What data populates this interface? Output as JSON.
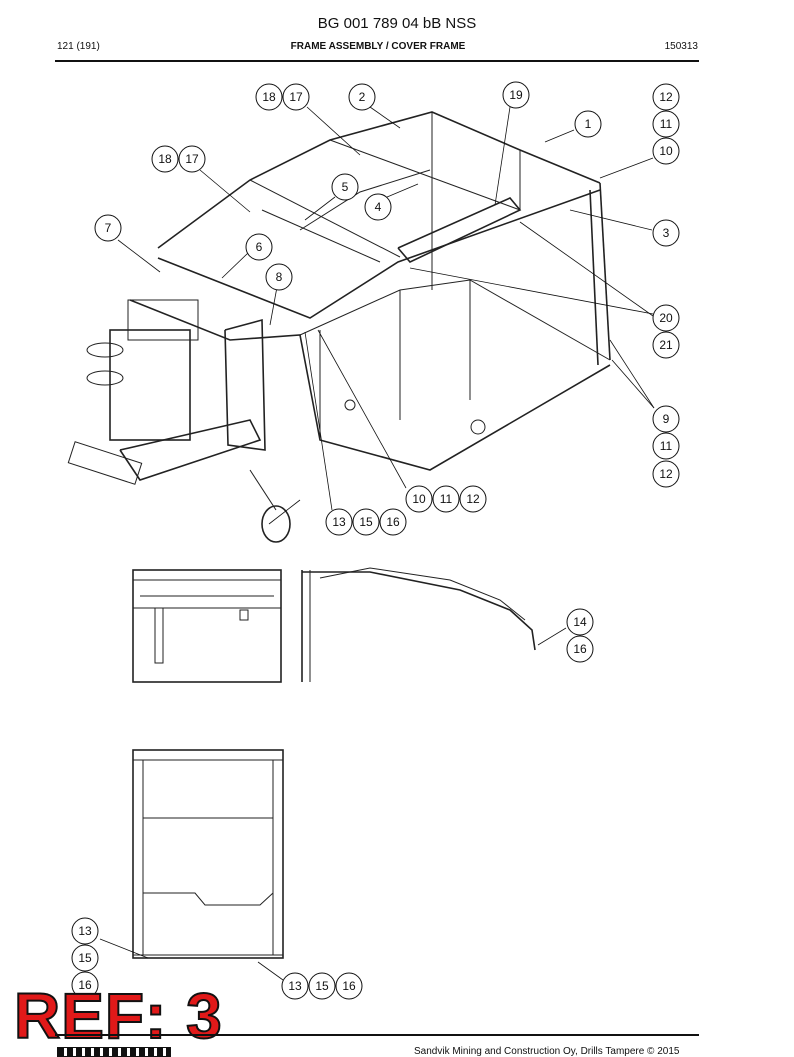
{
  "document": {
    "title": "BG 001 789 04 bB NSS",
    "page": "121 (191)",
    "section": "FRAME ASSEMBLY / COVER FRAME",
    "code": "150313",
    "ref_stamp": "REF: 3",
    "copyright": "Sandvik Mining and Construction Oy, Drills Tampere © 2015"
  },
  "callouts": {
    "c_18a": "18",
    "c_17a": "17",
    "c_2": "2",
    "c_19": "19",
    "c_12a": "12",
    "c_1": "1",
    "c_11a": "11",
    "c_10a": "10",
    "c_18b": "18",
    "c_17b": "17",
    "c_5": "5",
    "c_4": "4",
    "c_7": "7",
    "c_6": "6",
    "c_3": "3",
    "c_8": "8",
    "c_20": "20",
    "c_21": "21",
    "c_9": "9",
    "c_11b": "11",
    "c_12b": "12",
    "c_10b": "10",
    "c_11c": "11",
    "c_12c": "12",
    "c_13a": "13",
    "c_15a": "15",
    "c_16a": "16",
    "c_14": "14",
    "c_16b": "16",
    "c_13b": "13",
    "c_15b": "15",
    "c_16c": "16",
    "c_13c": "13",
    "c_15c": "15",
    "c_16d": "16"
  }
}
